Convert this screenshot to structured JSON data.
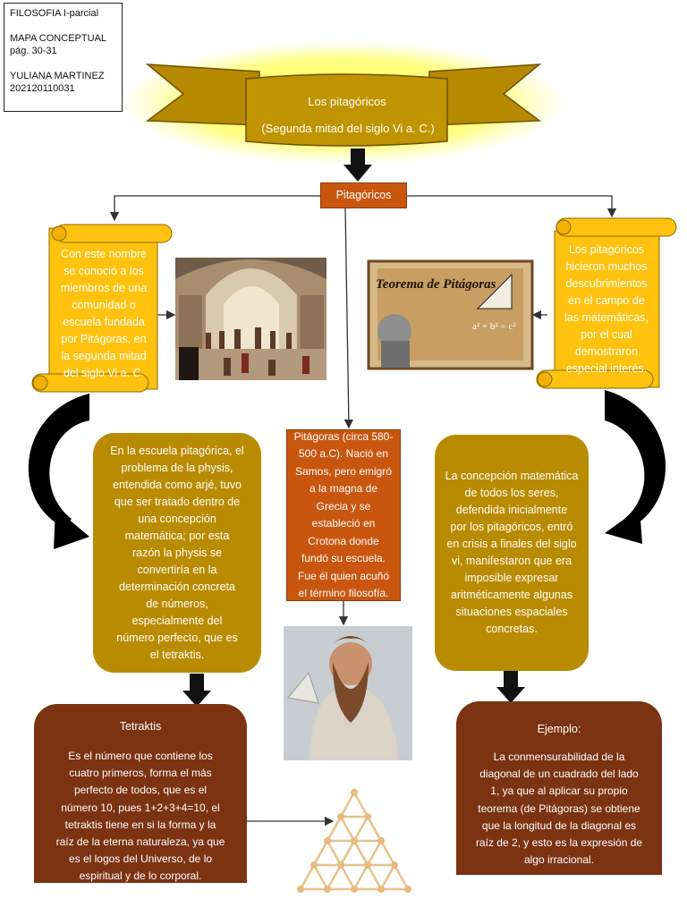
{
  "info": {
    "line1": "FILOSOFIA I-parcial",
    "line2": "MAPA CONCEPTUAL",
    "line3": "pág. 30-31",
    "line4": "YULIANA MARTINEZ",
    "line5": "202120110031"
  },
  "banner": {
    "title": "Los pitagóricos",
    "subtitle": "(Segunda mitad del siglo Vi a. C.)"
  },
  "center_label": "Pitagóricos",
  "left_scroll": [
    "Con este nombre",
    "se conoció a los",
    "miembros de una",
    "comunidad o",
    "escuela fundada",
    "por Pitágoras, en",
    "la segunda mitad",
    "del siglo Vi a. C."
  ],
  "right_scroll": [
    "Los pitagóricos",
    "hicieron muchos",
    "descubrimientos",
    "en el campo de",
    "las matemáticas,",
    "por el cual",
    "demostraron",
    "especial interés."
  ],
  "center_box": [
    "Pitágoras (circa 580-",
    "500 a.C). Nació en",
    "Samos, pero emigró",
    "a la magna de",
    "Grecia y se",
    "estableció en",
    "Crotona donde",
    "fundó su escuela.",
    "Fue él quien acuñó",
    "el término filosofía."
  ],
  "left_box": [
    "En la escuela pitagórica, el",
    "problema de la physis,",
    "entendida como arjé, tuvo",
    "que ser tratado dentro de",
    "una concepción",
    "matemática; por esta",
    "razón la physis se",
    "convertiría  en la",
    "determinación  concreta",
    "de números,",
    "especialmente del",
    "número perfecto, que es",
    "el tetraktis."
  ],
  "right_box": [
    "La concepción matemática",
    "de todos los seres,",
    "defendida inicialmente",
    "por los pitagóricos, entró",
    "en crisis a finales del siglo",
    "vi, manifestaron que era",
    "imposible expresar",
    "aritméticamente algunas",
    "situaciones espaciales",
    "concretas."
  ],
  "tetraktis": {
    "title": "Tetraktis",
    "lines": [
      "Es el número que contiene los",
      "cuatro primeros, forma el más",
      "perfecto de todos, que es el",
      "número 10, pues 1+2+3+4=10, el",
      "tetraktis tiene en si la forma y la",
      "raíz de la eterna naturaleza, ya que",
      "es el logos del Universo, de lo",
      "espiritual y de lo corporal."
    ]
  },
  "ejemplo": {
    "title": "Ejemplo:",
    "lines": [
      "La conmensurabilidad de la",
      "diagonal de un cuadrado del lado",
      "1, ya que al aplicar su propio",
      "teorema (de Pitágoras) se obtiene",
      "que la longitud de la diagonal es",
      "raíz de 2, y esto es la expresión de",
      "algo irracional."
    ]
  },
  "theorem_image": {
    "heading": "Teorema de Pitágoras",
    "formula": "a² + b² = c²"
  }
}
